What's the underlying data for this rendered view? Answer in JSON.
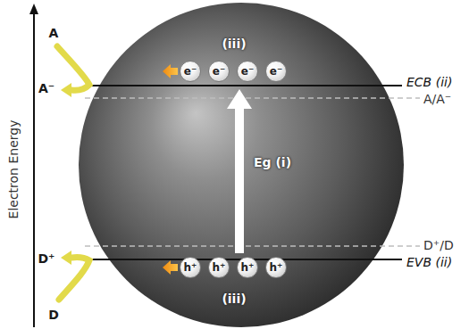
{
  "diagram": {
    "nodes": [
      {
        "text": [
          "e⁻"
        ]
      },
      {
        "text": [
          "e⁻"
        ]
      },
      {
        "text": [
          "e⁻"
        ]
      },
      {
        "text": [
          "e⁻"
        ]
      },
      {
        "text": [
          "h⁺"
        ]
      },
      {
        "text": [
          "h⁺"
        ]
      },
      {
        "text": [
          "h⁺"
        ]
      },
      {
        "text": [
          "h⁺"
        ]
      }
    ],
    "labels": [
      "A",
      "(iii)",
      "A⁻",
      "ECB (ii)",
      "A/A⁻",
      "Electron Energy",
      "Eg (i)",
      "D⁺/D",
      "D⁺",
      "EVB (ii)",
      "(iii)",
      "D"
    ]
  }
}
